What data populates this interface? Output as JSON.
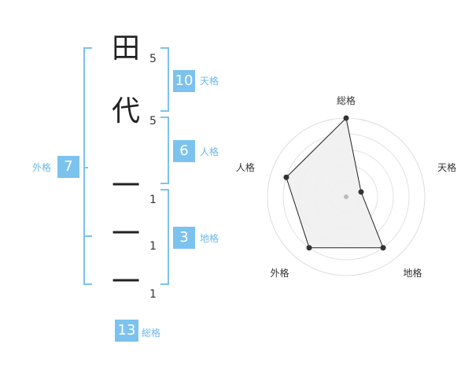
{
  "name_chars": [
    {
      "char": "田",
      "strokes": "5"
    },
    {
      "char": "代",
      "strokes": "5"
    },
    {
      "char": "一",
      "strokes": "1"
    },
    {
      "char": "一",
      "strokes": "1"
    },
    {
      "char": "一",
      "strokes": "1"
    }
  ],
  "scores": {
    "tenkaku": {
      "label": "天格",
      "value": "10"
    },
    "jinkaku": {
      "label": "人格",
      "value": "6"
    },
    "chikaku": {
      "label": "地格",
      "value": "3"
    },
    "gaikaku": {
      "label": "外格",
      "value": "7"
    },
    "soukaku": {
      "label": "総格",
      "value": "13"
    }
  },
  "colors": {
    "accent": "#7cc2ee",
    "accent_text": "#6bb8e8",
    "radar_fill": "#f0f0f0",
    "radar_line": "#222222"
  },
  "chart_data": {
    "type": "radar",
    "axes": [
      "総格",
      "天格",
      "地格",
      "外格",
      "人格"
    ],
    "levels": 5,
    "max": 5,
    "values": [
      5,
      1,
      4,
      4,
      4
    ]
  }
}
